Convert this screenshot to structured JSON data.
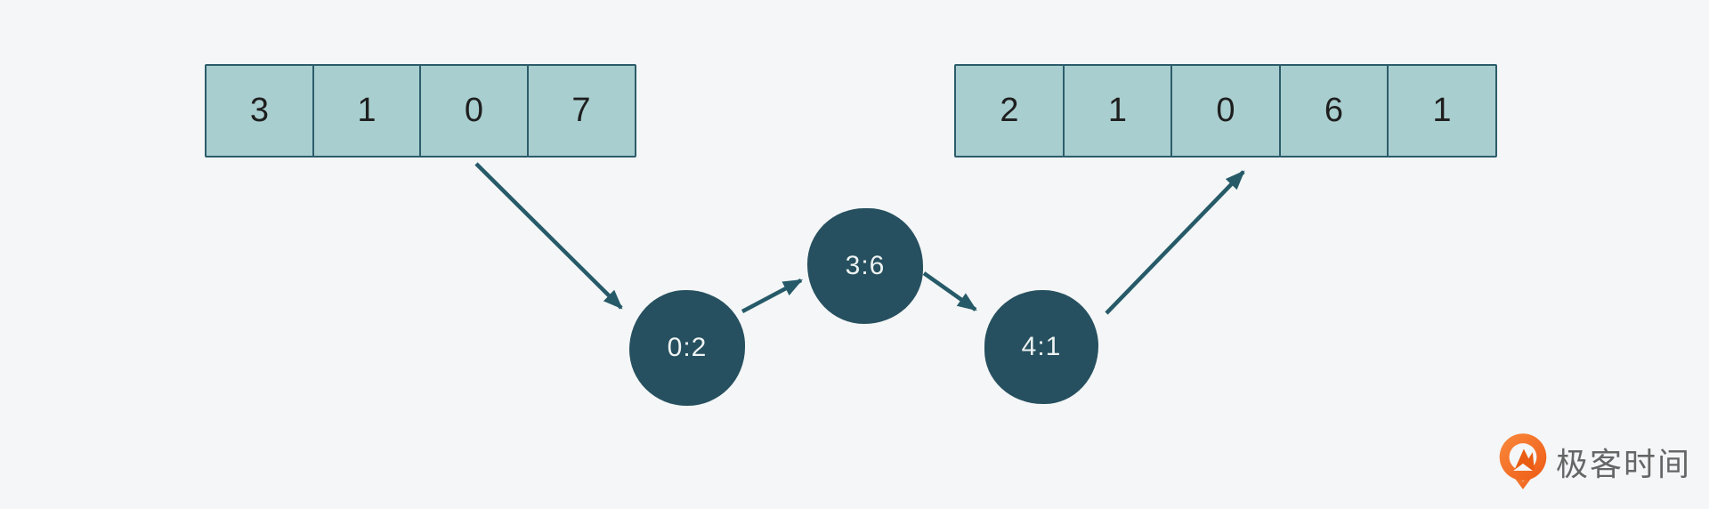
{
  "diagram": {
    "left_array": {
      "values": [
        "3",
        "1",
        "0",
        "7"
      ]
    },
    "right_array": {
      "values": [
        "2",
        "1",
        "0",
        "6",
        "1"
      ]
    },
    "nodes": [
      {
        "label": "0:2"
      },
      {
        "label": "3:6"
      },
      {
        "label": "4:1"
      }
    ],
    "arrows": [
      {
        "from": "left-array",
        "to": "node-0:2"
      },
      {
        "from": "node-0:2",
        "to": "node-3:6"
      },
      {
        "from": "node-3:6",
        "to": "node-4:1"
      },
      {
        "from": "node-4:1",
        "to": "right-array"
      }
    ],
    "colors": {
      "background": "#f4f6f7",
      "cell_fill": "#a9cecf",
      "cell_border": "#2c5c6a",
      "cell_text": "#1e1e1e",
      "node_fill": "#26505f",
      "node_text": "#eef3f3",
      "arrow": "#265a68"
    }
  },
  "logo": {
    "text": "极客时间",
    "icon": "geektime-pin-icon",
    "orange": "#f4701f",
    "text_color": "#666666"
  }
}
